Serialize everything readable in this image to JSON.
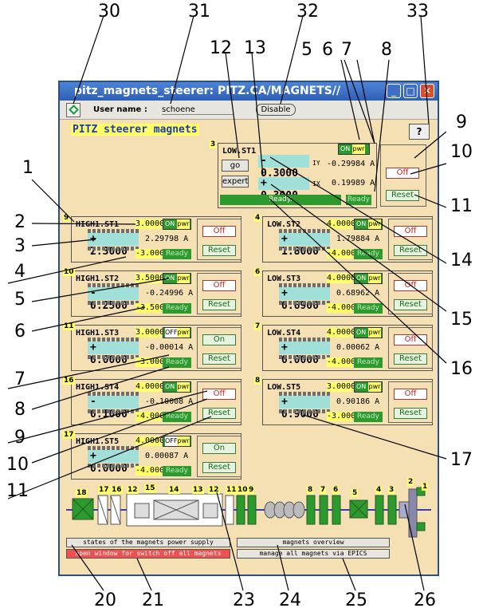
{
  "callouts": {
    "top": [
      "30",
      "31",
      "12",
      "13",
      "32",
      "5",
      "6",
      "7",
      "8",
      "33"
    ],
    "left": [
      "1",
      "2",
      "3",
      "4",
      "5",
      "6",
      "7",
      "8",
      "9",
      "10",
      "11"
    ],
    "right": [
      "9",
      "10",
      "11",
      "14",
      "15",
      "16",
      "17"
    ],
    "bottom": [
      "20",
      "21",
      "23",
      "24",
      "25",
      "26"
    ]
  },
  "window": {
    "title": "pitz_magnets_steerer: PITZ.CA/MAGNETS//",
    "user_label": "User name :",
    "user_value": "schoene",
    "disable_label": "Disable",
    "page_title": "PITZ steerer magnets",
    "help_label": "?"
  },
  "low_st1": {
    "num": "3",
    "name": "LOW.ST1",
    "go_label": "go",
    "expert_label": "expert",
    "iy_set": "- 0.3000",
    "iy_label": "IY",
    "iy_read": "-0.29984 A",
    "ix_set": "+ 0.3000",
    "ix_label": "IX",
    "ix_read": "0.19989 A",
    "status": "Ready.",
    "on_label": "ON",
    "pwr_label": "pwr",
    "ready_label": "Ready",
    "off_label": "Off",
    "reset_label": "Reset"
  },
  "panels": [
    {
      "num": "9",
      "name": "HIGH1.ST1",
      "max": "3.0000",
      "on": "ON",
      "pwr": "pwr",
      "set": "+ 2.3000",
      "read": "2.29798 A",
      "min": "-3.0000",
      "ready": "Ready",
      "btn": "Off",
      "reset": "Reset",
      "state": "on"
    },
    {
      "num": "10",
      "name": "HIGH1.ST2",
      "max": "3.5000",
      "on": "ON",
      "pwr": "pwr",
      "set": "- 0.2500",
      "read": "-0.24996 A",
      "min": "-3.5000",
      "ready": "Ready",
      "btn": "Off",
      "reset": "Reset",
      "state": "on"
    },
    {
      "num": "11",
      "name": "HIGH1.ST3",
      "max": "3.0000",
      "on": "OFF",
      "pwr": "pwr",
      "set": "+ 0.0000",
      "read": "-0.00014 A",
      "min": "-3.0000",
      "ready": "Ready",
      "btn": "On",
      "reset": "Reset",
      "state": "off"
    },
    {
      "num": "16",
      "name": "HIGH1.ST4",
      "max": "4.0000",
      "on": "ON",
      "pwr": "pwr",
      "set": "- 0.1000",
      "read": "-0.10008 A",
      "min": "-4.0000",
      "ready": "Ready",
      "btn": "Off",
      "reset": "Reset",
      "state": "on"
    },
    {
      "num": "17",
      "name": "HIGH1.ST5",
      "max": "4.0000",
      "on": "OFF",
      "pwr": "pwr",
      "set": "+ 0.0000",
      "read": "0.00087 A",
      "min": "-4.0000",
      "ready": "Ready",
      "btn": "On",
      "reset": "Reset",
      "state": "off"
    },
    {
      "num": "4",
      "name": "LOW.ST2",
      "max": "4.0000",
      "on": "ON",
      "pwr": "pwr",
      "set": "+ 1.8000",
      "read": "1.79884 A",
      "min": "-4.0000",
      "ready": "Ready",
      "btn": "Off",
      "reset": "Reset",
      "state": "on"
    },
    {
      "num": "6",
      "name": "LOW.ST3",
      "max": "4.0000",
      "on": "ON",
      "pwr": "pwr",
      "set": "+ 0.6900",
      "read": "0.68962 A",
      "min": "-4.0000",
      "ready": "Ready",
      "btn": "Off",
      "reset": "Reset",
      "state": "on"
    },
    {
      "num": "7",
      "name": "LOW.ST4",
      "max": "4.0000",
      "on": "ON",
      "pwr": "pwr",
      "set": "+ 0.0000",
      "read": "0.00062 A",
      "min": "-4.0000",
      "ready": "Ready",
      "btn": "Off",
      "reset": "Reset",
      "state": "on"
    },
    {
      "num": "8",
      "name": "LOW.ST5",
      "max": "3.0000",
      "on": "ON",
      "pwr": "pwr",
      "set": "+ 0.9000",
      "read": "0.90186 A",
      "min": "-3.0000",
      "ready": "Ready",
      "btn": "Off",
      "reset": "Reset",
      "state": "on"
    }
  ],
  "beamline_numbers": [
    "18",
    "17",
    "16",
    "15",
    "14",
    "13",
    "12",
    "12",
    "11",
    "10",
    "9",
    "8",
    "7",
    "6",
    "5",
    "4",
    "3",
    "2",
    "1"
  ],
  "bottom_buttons": {
    "power_states": "states of the magnets power supply",
    "switch_off": "open window for switch off all magnets",
    "overview": "magnets overview",
    "epics": "manage all magnets via EPICS"
  },
  "colors": {
    "background": "#f5e0b4",
    "green": "#2d9a2d",
    "yellow": "#ffff66",
    "cyan": "#a0e0d8",
    "titlebar": "#2e5fb5"
  }
}
